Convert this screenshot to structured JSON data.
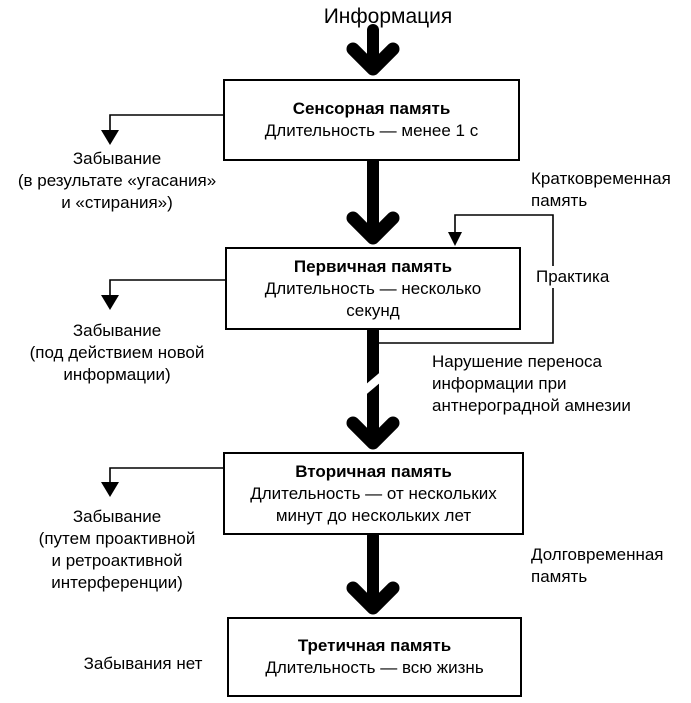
{
  "title": "Информация",
  "boxes": [
    {
      "lines": [
        "Сенсорная память",
        "Длительность — менее 1 с"
      ]
    },
    {
      "lines": [
        "Первичная память",
        "Длительность — несколько",
        "секунд"
      ]
    },
    {
      "lines": [
        "Вторичная память",
        "Длительность — от нескольких",
        "минут до нескольких лет"
      ]
    },
    {
      "lines": [
        "Третичная память",
        "Длительность — всю жизнь"
      ]
    }
  ],
  "left_labels": [
    {
      "lines": [
        "Забывание",
        "(в результате «угасания»",
        "и «стирания»)"
      ]
    },
    {
      "lines": [
        "Забывание",
        "(под действием новой",
        "информации)"
      ]
    },
    {
      "lines": [
        "Забывание",
        "(путем проактивной",
        "и ретроактивной",
        "интерференции)"
      ]
    },
    {
      "lines": [
        "Забывания нет"
      ]
    }
  ],
  "right_labels": [
    {
      "lines": [
        "Кратковременная",
        "память"
      ]
    },
    {
      "lines": [
        "Практика"
      ]
    },
    {
      "lines": [
        "Нарушение переноса",
        "информации при",
        "антнероградной амнезии"
      ]
    },
    {
      "lines": [
        "Долговременная",
        "память"
      ]
    }
  ],
  "colors": {
    "line": "#000000",
    "background": "#ffffff"
  }
}
